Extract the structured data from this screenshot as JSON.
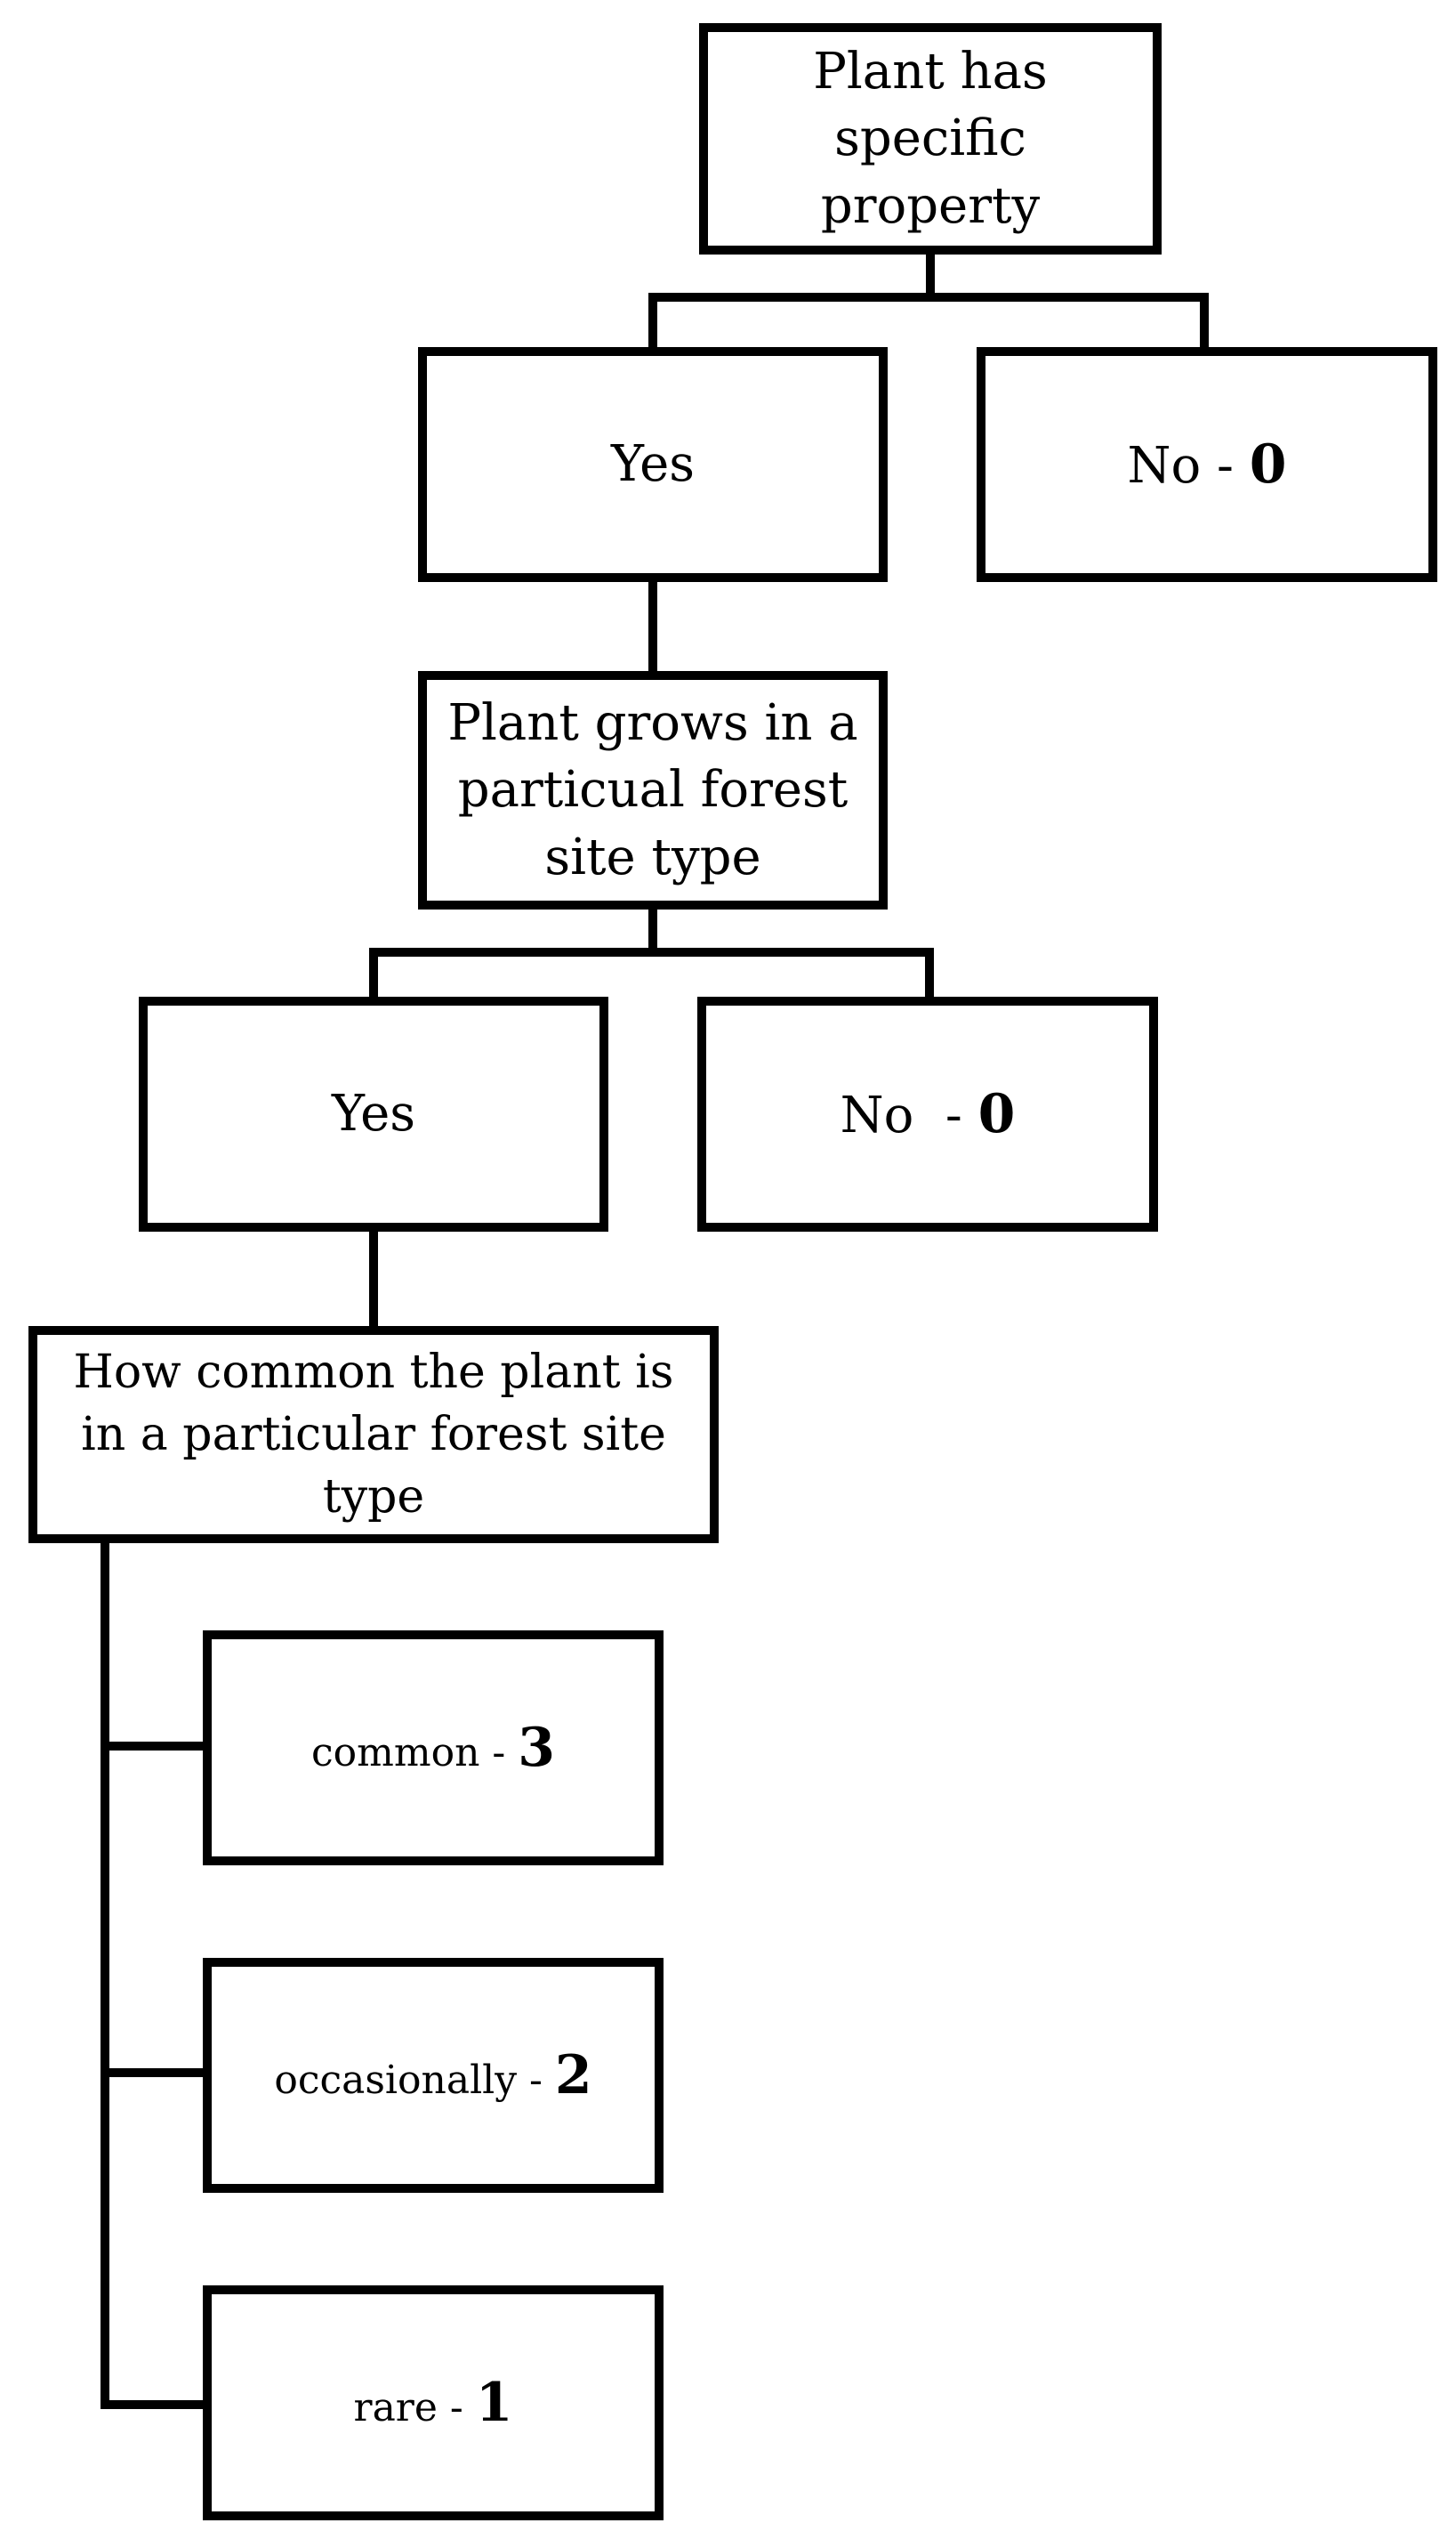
{
  "diagram": {
    "root": {
      "text": "Plant has specific property"
    },
    "level1": {
      "yes": {
        "text": "Yes"
      },
      "no": {
        "label": "No - ",
        "score": "0"
      }
    },
    "site_question": {
      "text": "Plant grows in a particual  forest site type"
    },
    "level2": {
      "yes": {
        "text": "Yes"
      },
      "no": {
        "label": "No  - ",
        "score": "0"
      }
    },
    "frequency_question": {
      "text": "How common the plant is in a particular   forest site type"
    },
    "frequency_options": [
      {
        "label": "common - ",
        "score": "3"
      },
      {
        "label": "occasionally - ",
        "score": "2"
      },
      {
        "label": "rare - ",
        "score": "1"
      }
    ]
  }
}
